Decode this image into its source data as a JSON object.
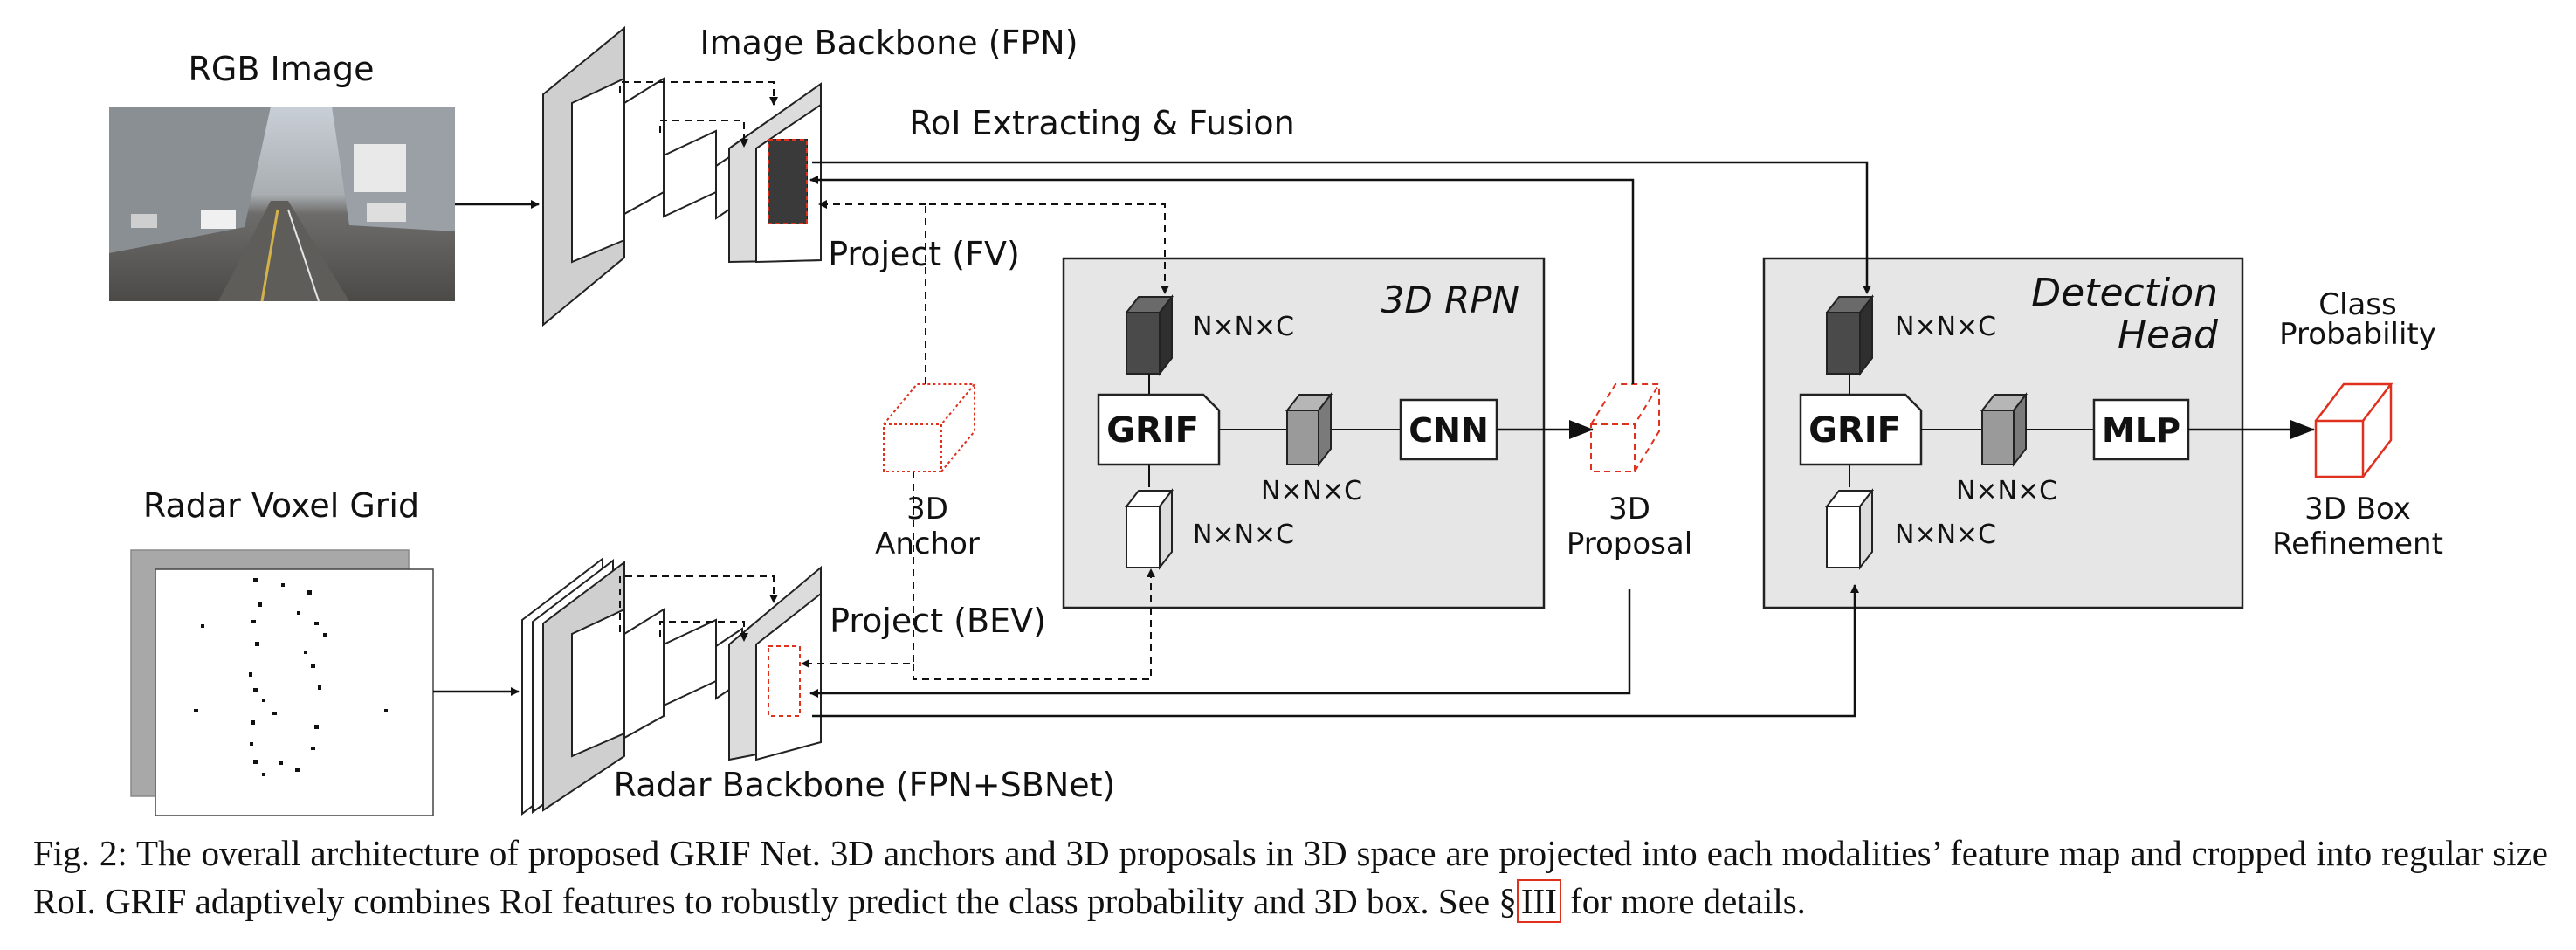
{
  "labels": {
    "rgb_image": "RGB Image",
    "image_backbone": "Image Backbone (FPN)",
    "roi_fusion": "RoI Extracting & Fusion",
    "project_fv": "Project (FV)",
    "project_bev": "Project (BEV)",
    "anchor_line1": "3D",
    "anchor_line2": "Anchor",
    "radar_voxel_grid": "Radar Voxel Grid",
    "radar_backbone": "Radar Backbone (FPN+SBNet)",
    "rpn_title": "3D RPN",
    "grif": "GRIF",
    "cnn": "CNN",
    "nnc": "N×N×C",
    "proposal_line1": "3D",
    "proposal_line2": "Proposal",
    "det_head_line1": "Detection",
    "det_head_line2": "Head",
    "mlp": "MLP",
    "class_prob_line1": "Class",
    "class_prob_line2": "Probability",
    "box_ref_line1": "3D Box",
    "box_ref_line2": "Refinement"
  },
  "caption": {
    "text_before_ref": "Fig. 2: The overall architecture of proposed GRIF Net. 3D anchors and 3D proposals in 3D space are projected into each modalities’ feature map and cropped into regular size RoI. GRIF adaptively combines RoI features to robustly predict the class probability and 3D box. See §",
    "ref": "III",
    "text_after_ref": " for more details."
  },
  "colors": {
    "panel_fill": "#e6e6e6",
    "highlight_red": "#e0301e",
    "dark_cube": "#4a4a4a",
    "mid_cube": "#9a9a9a"
  }
}
